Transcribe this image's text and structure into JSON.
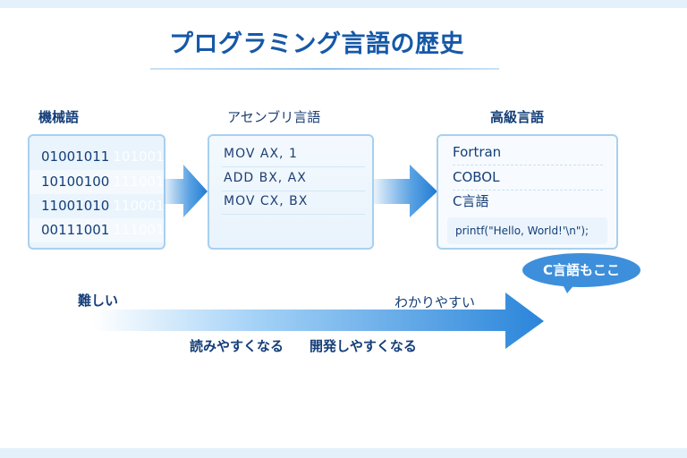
{
  "title": "プログラミング言語の歴史",
  "colors": {
    "title": "#1658a8",
    "text": "#143e78",
    "accent": "#2b86d9",
    "box_border": "#a8d0ef",
    "band": "#e4f0fa"
  },
  "columns": {
    "machine": {
      "label": "機械語",
      "rows": [
        {
          "code": "01001011",
          "ghost": "101001"
        },
        {
          "code": "10100100",
          "ghost": "111001"
        },
        {
          "code": "11001010",
          "ghost": "110001"
        },
        {
          "code": "00111001",
          "ghost": "111001"
        }
      ]
    },
    "assembly": {
      "label": "アセンブリ言語",
      "rows": [
        "MOV  AX, 1",
        "ADD  BX, AX",
        "MOV  CX, BX"
      ]
    },
    "high_level": {
      "label": "高級言語",
      "rows": [
        "Fortran",
        "COBOL",
        "C言語"
      ],
      "code_sample": "printf(\"Hello, World!'\\n\");"
    }
  },
  "callout": "C言語もここ",
  "progress_arrow": {
    "start_label": "難しい",
    "end_label": "わかりやすい",
    "benefit_1": "読みやすくなる",
    "benefit_2": "開発しやすくなる"
  }
}
